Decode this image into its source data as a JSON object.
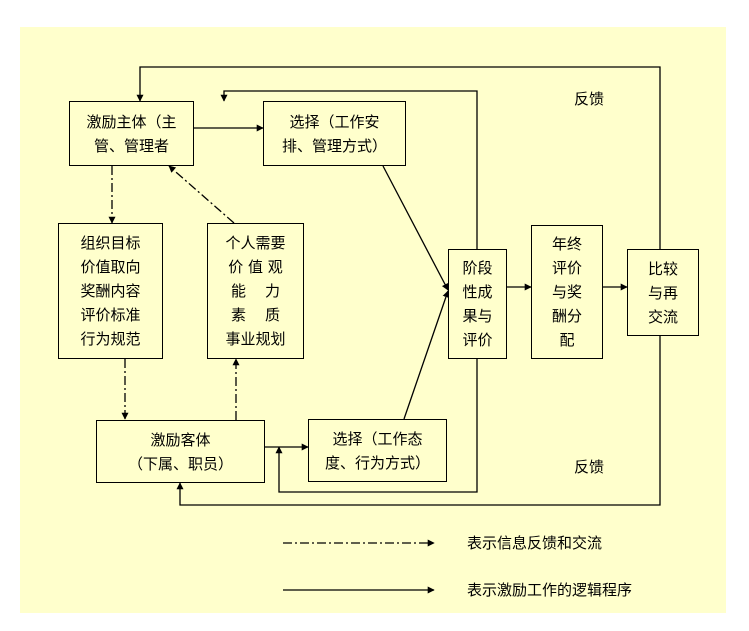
{
  "boxes": {
    "subject": "激励主体（主\n管、管理者",
    "choice_top": "选择（工作安\n排、管理方式）",
    "org": "组织目标\n价值取向\n奖酬内容\n评价标准\n行为规范",
    "personal": "个人需要\n价 值 观\n能    力\n素    质\n事业规划",
    "object": "激励客体\n（下属、职员）",
    "choice_bottom": "选择（工作态\n度、行为方式）",
    "stage": "阶段\n性成\n果与\n评价",
    "year_end": "年终\n评价\n与奖\n酬分\n配",
    "compare": "比较\n与再\n交流"
  },
  "labels": {
    "feedback_top": "反馈",
    "feedback_bottom": "反馈"
  },
  "legend": {
    "dashdot": "表示信息反馈和交流",
    "solid": "表示激励工作的逻辑程序"
  },
  "colors": {
    "background": "#ffffcc",
    "line": "#000000"
  }
}
